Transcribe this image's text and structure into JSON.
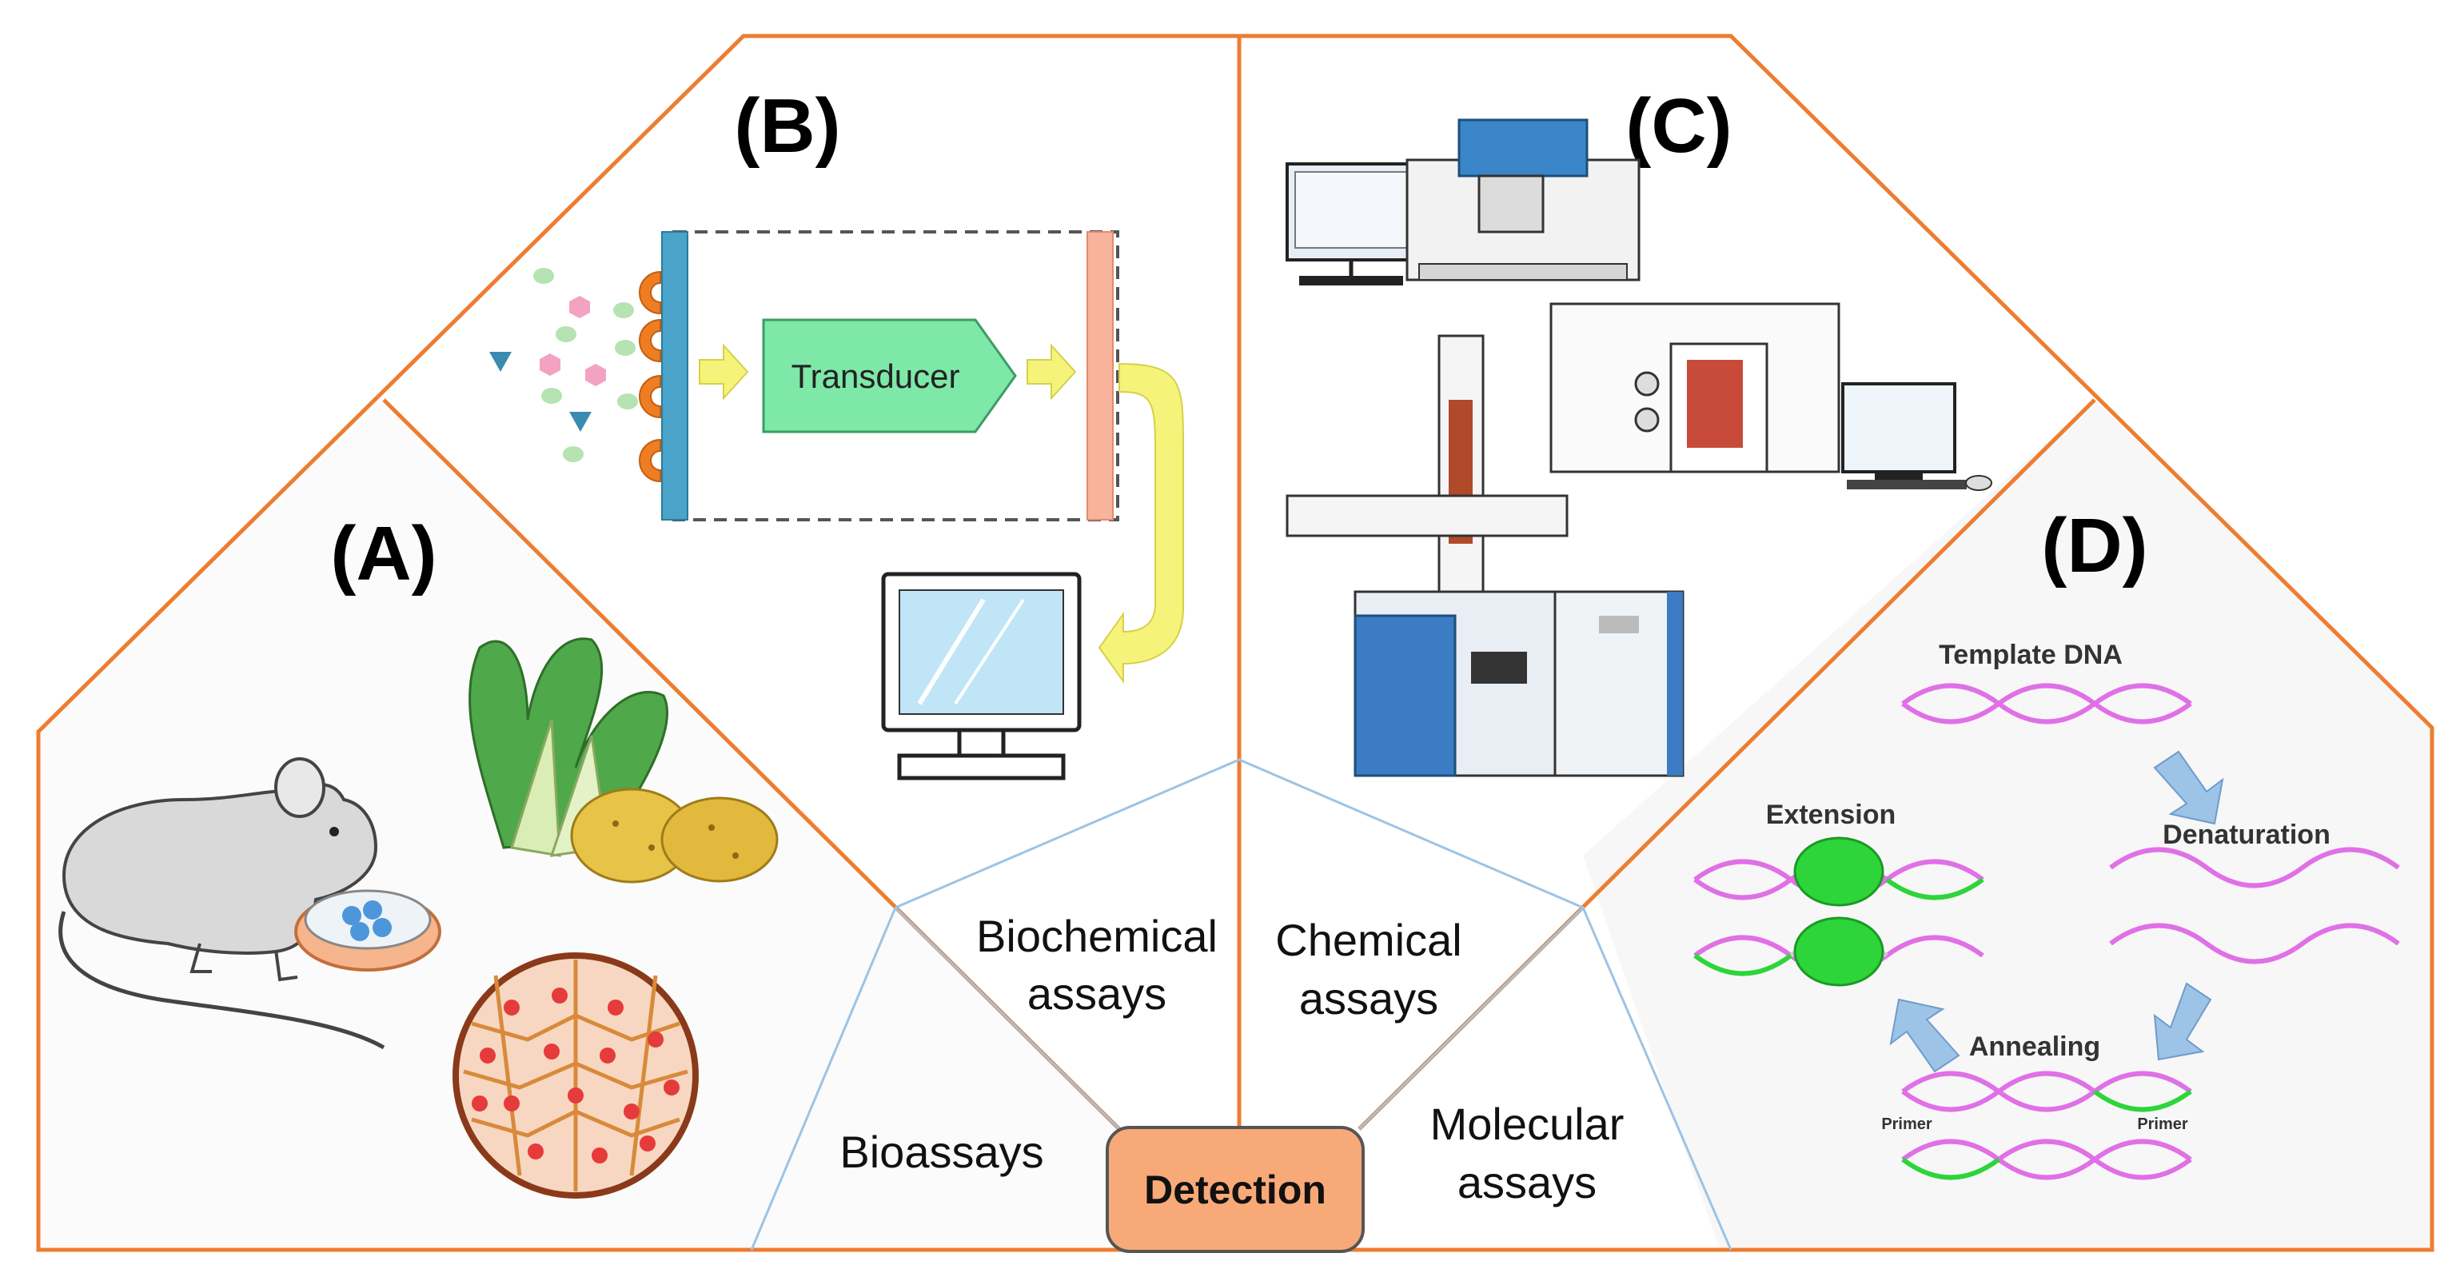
{
  "panels": {
    "a": "(A)",
    "b": "(B)",
    "c": "(C)",
    "d": "(D)"
  },
  "biosensor": {
    "transducer": "Transducer"
  },
  "assays": {
    "biochemical_line1": "Biochemical",
    "biochemical_line2": "assays",
    "chemical_line1": "Chemical",
    "chemical_line2": "assays",
    "bioassays": "Bioassays",
    "molecular_line1": "Molecular",
    "molecular_line2": "assays"
  },
  "center": {
    "label": "Detection"
  },
  "pcr": {
    "template": "Template DNA",
    "denaturation": "Denaturation",
    "annealing": "Annealing",
    "extension": "Extension",
    "primer_left": "Primer",
    "primer_right": "Primer"
  },
  "colors": {
    "border": "#ed7d31",
    "detection_fill": "#f8a978",
    "transducer_fill": "#7de8a8",
    "arrow_yellow": "#f6f37a",
    "dna": "#e070e6",
    "primer": "#2dd53a",
    "light_blue": "#9dc3e6"
  },
  "icons": [
    "mouse-icon",
    "bok-choy-icon",
    "potato-icon",
    "cell-tissue-icon",
    "computer-monitor-icon",
    "mass-spectrometer-icon",
    "gas-chromatograph-icon",
    "polymerase-icon"
  ]
}
